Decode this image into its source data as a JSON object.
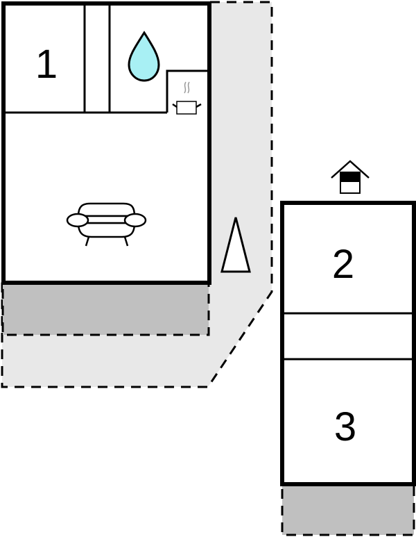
{
  "colors": {
    "wall": "#000000",
    "terrace_light": "#e8e8e8",
    "patio_dark": "#c0c0c0",
    "room": "#ffffff",
    "water_drop": "#a8f0f4",
    "steam": "#999999"
  },
  "buildings": [
    {
      "id": "main-house",
      "rooms": [
        {
          "name": "bedroom-1",
          "label": "1"
        },
        {
          "name": "corridor",
          "label": ""
        },
        {
          "name": "bathroom",
          "label": "",
          "icon": "water-drop-icon"
        },
        {
          "name": "kitchen",
          "label": "",
          "icon": "cooking-pot-icon"
        },
        {
          "name": "living-room",
          "label": "",
          "icon": "sofa-icon"
        }
      ]
    },
    {
      "id": "annex",
      "rooms": [
        {
          "name": "bedroom-2",
          "label": "2"
        },
        {
          "name": "hallway",
          "label": ""
        },
        {
          "name": "bedroom-3",
          "label": "3"
        }
      ]
    }
  ],
  "labels": {
    "room1": "1",
    "room2": "2",
    "room3": "3"
  },
  "icons": {
    "north": "north-arrow-icon",
    "entrance": "house-entrance-icon"
  }
}
